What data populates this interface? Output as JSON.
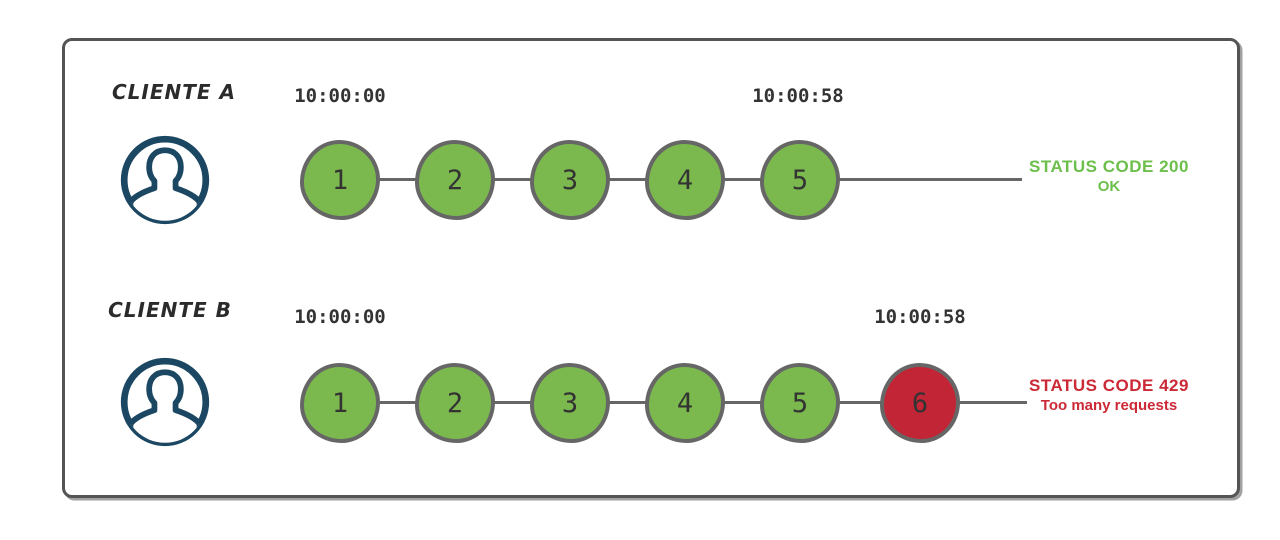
{
  "diagram": {
    "title_hint": "rate-limit comparison of two clients",
    "clients": [
      {
        "name": "CLIENTE A",
        "start_time": "10:00:00",
        "end_time": "10:00:58",
        "requests": [
          {
            "label": "1",
            "status": "ok"
          },
          {
            "label": "2",
            "status": "ok"
          },
          {
            "label": "3",
            "status": "ok"
          },
          {
            "label": "4",
            "status": "ok"
          },
          {
            "label": "5",
            "status": "ok"
          }
        ],
        "result": {
          "line1": "STATUS CODE 200",
          "line2": "OK"
        }
      },
      {
        "name": "CLIENTE B",
        "start_time": "10:00:00",
        "end_time": "10:00:58",
        "requests": [
          {
            "label": "1",
            "status": "ok"
          },
          {
            "label": "2",
            "status": "ok"
          },
          {
            "label": "3",
            "status": "ok"
          },
          {
            "label": "4",
            "status": "ok"
          },
          {
            "label": "5",
            "status": "ok"
          },
          {
            "label": "6",
            "status": "blocked"
          }
        ],
        "result": {
          "line1": "STATUS CODE 429",
          "line2": "Too many requests"
        }
      }
    ],
    "colors": {
      "request_ok_fill": "#7bb94e",
      "request_blocked_fill": "#c22535",
      "status_ok_text": "#6bbf4a",
      "status_error_text": "#cc2936",
      "circle_border": "#666666",
      "timeline_line": "#666666",
      "avatar_stroke": "#1b4763",
      "frame_border": "#545454",
      "timestamp_text": "#333333",
      "client_label_text": "#2b2b2b"
    },
    "icons": [
      "user-icon"
    ]
  }
}
